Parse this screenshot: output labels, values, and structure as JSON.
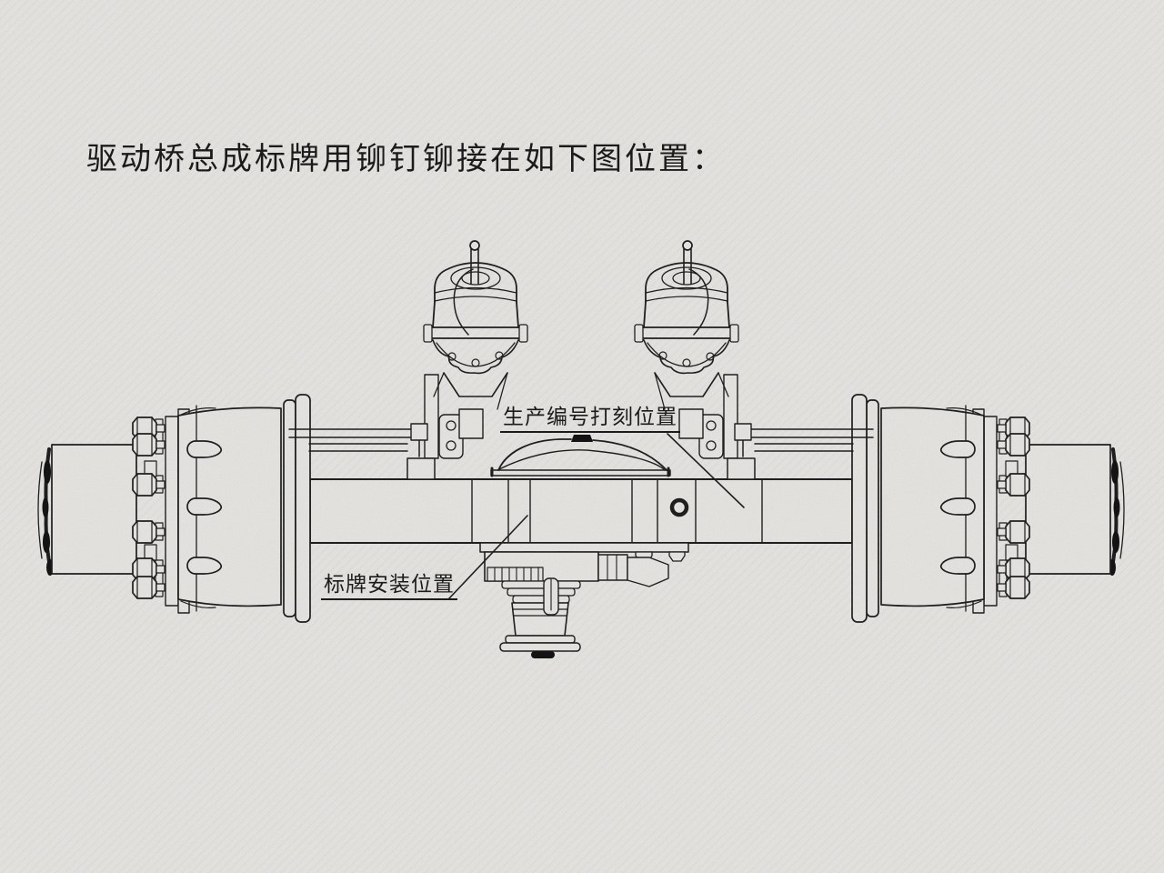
{
  "page": {
    "background_color": "#e8e7e4",
    "line_color": "#1f1f1f"
  },
  "title": {
    "text": "驱动桥总成标牌用铆钉铆接在如下图位置："
  },
  "diagram": {
    "callouts": [
      {
        "id": "serial-number-position",
        "text": "生产编号打刻位置"
      },
      {
        "id": "nameplate-position",
        "text": "标牌安装位置"
      }
    ]
  }
}
